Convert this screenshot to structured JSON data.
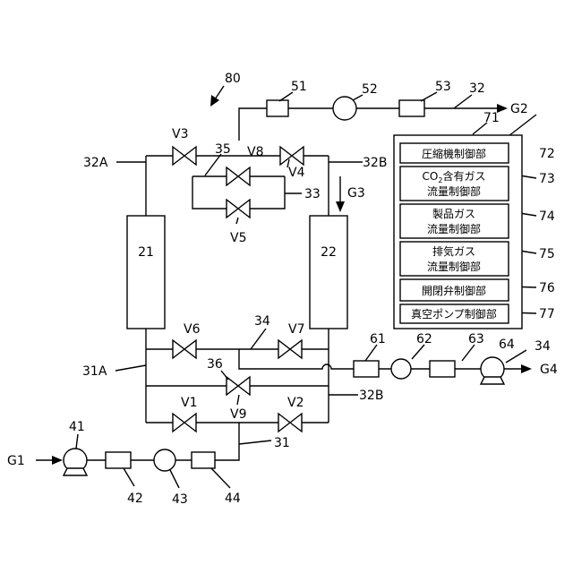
{
  "diagram": {
    "system_label": "80",
    "flows": {
      "g1": "G1",
      "g2": "G2",
      "g3": "G3",
      "g4": "G4"
    },
    "columns": {
      "first": "21",
      "second": "22"
    },
    "lines": {
      "l31": "31",
      "l31A": "31A",
      "l32": "32",
      "l32A": "32A",
      "l32B_top": "32B",
      "l32B_bottom": "32B",
      "l33": "33",
      "l34_mid": "34",
      "l34_out": "34",
      "l35": "35",
      "l36": "36"
    },
    "valves": {
      "v1": "V1",
      "v2": "V2",
      "v3": "V3",
      "v4": "V4",
      "v5": "V5",
      "v6": "V6",
      "v7": "V7",
      "v8": "V8",
      "v9": "V9"
    },
    "devices": {
      "d41": "41",
      "d42": "42",
      "d43": "43",
      "d44": "44",
      "d51": "51",
      "d52": "52",
      "d53": "53",
      "d61": "61",
      "d62": "62",
      "d63": "63",
      "d64": "64"
    },
    "controller": {
      "ref": "71",
      "units": [
        {
          "ref": "72",
          "line1": "圧縮機制御部",
          "line2": ""
        },
        {
          "ref": "73",
          "line1_pre": "CO",
          "line1_sub": "2",
          "line1_post": "含有ガス",
          "line2": "流量制御部"
        },
        {
          "ref": "74",
          "line1": "製品ガス",
          "line2": "流量制御部"
        },
        {
          "ref": "75",
          "line1": "排気ガス",
          "line2": "流量制御部"
        },
        {
          "ref": "76",
          "line1": "開閉弁制御部",
          "line2": ""
        },
        {
          "ref": "77",
          "line1": "真空ポンプ制御部",
          "line2": ""
        }
      ]
    }
  }
}
